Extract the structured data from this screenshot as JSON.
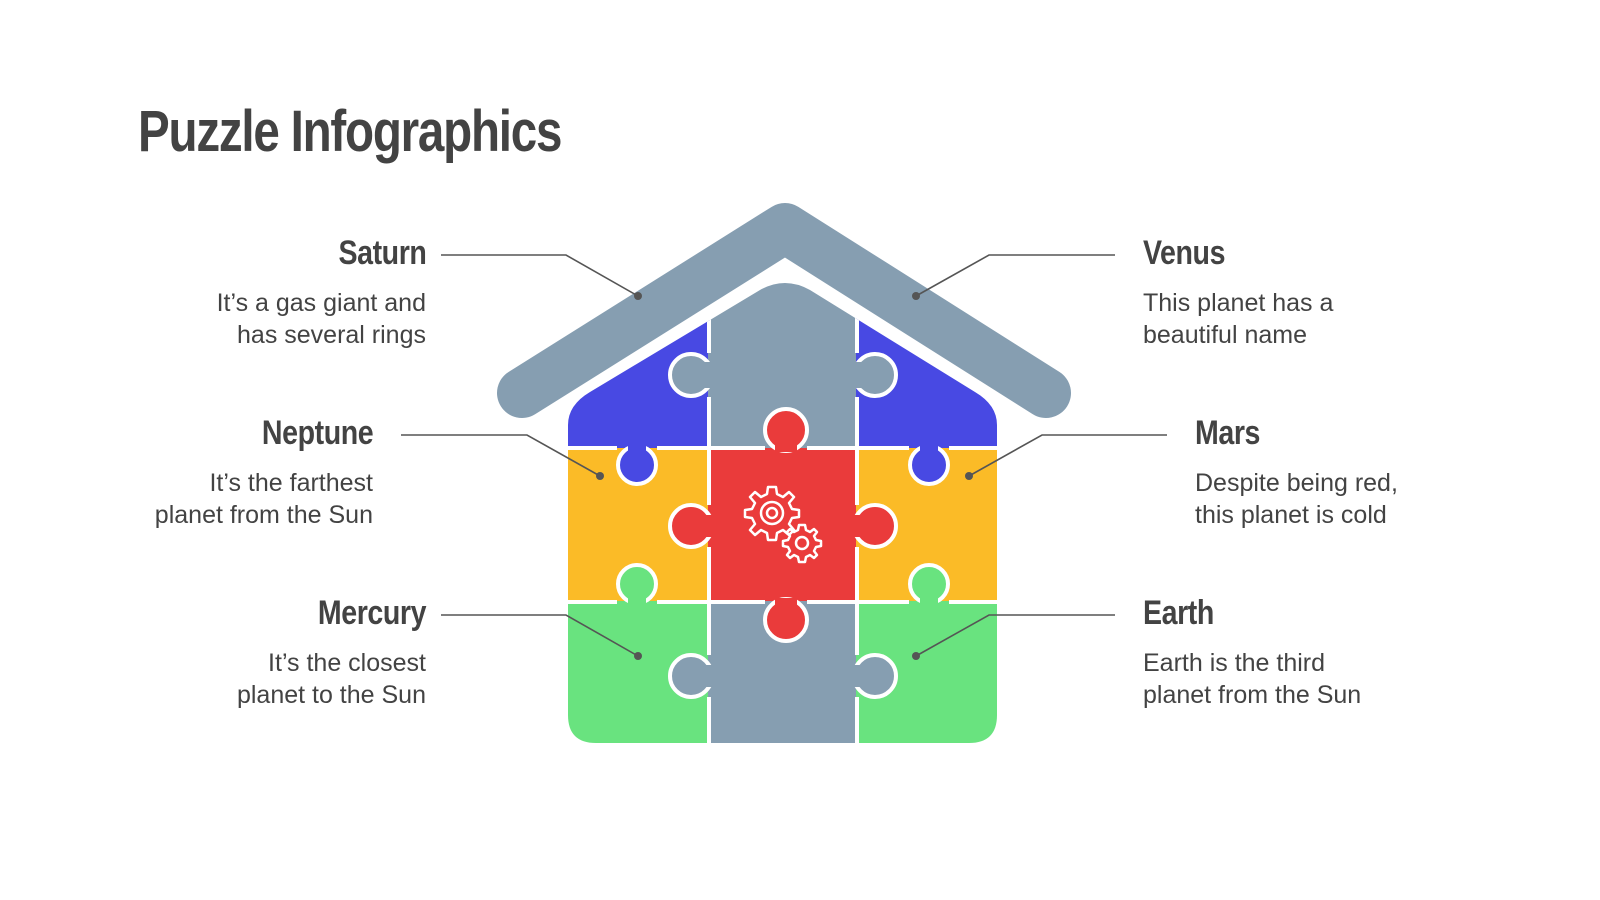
{
  "title": "Puzzle Infographics",
  "colors": {
    "text": "#434343",
    "roof_gray": "#869eb1",
    "blue": "#4849e3",
    "yellow": "#fbbb27",
    "red": "#ea3b3b",
    "green": "#69e37f",
    "connector": "#555555"
  },
  "items": [
    {
      "name": "Saturn",
      "description_line1": "It’s a gas giant and",
      "description_line2": "has several rings",
      "side": "left",
      "target": "roof-left"
    },
    {
      "name": "Neptune",
      "description_line1": "It’s the farthest",
      "description_line2": "planet from the Sun",
      "side": "left",
      "target": "yellow-left"
    },
    {
      "name": "Mercury",
      "description_line1": "It’s the closest",
      "description_line2": "planet to the Sun",
      "side": "left",
      "target": "green-left"
    },
    {
      "name": "Venus",
      "description_line1": "This planet has a",
      "description_line2": "beautiful name",
      "side": "right",
      "target": "roof-right"
    },
    {
      "name": "Mars",
      "description_line1": "Despite being red,",
      "description_line2": "this planet is cold",
      "side": "right",
      "target": "yellow-right"
    },
    {
      "name": "Earth",
      "description_line1": "Earth is the third",
      "description_line2": "planet from the Sun",
      "side": "right",
      "target": "green-right"
    }
  ],
  "center_icon": "gears-icon"
}
